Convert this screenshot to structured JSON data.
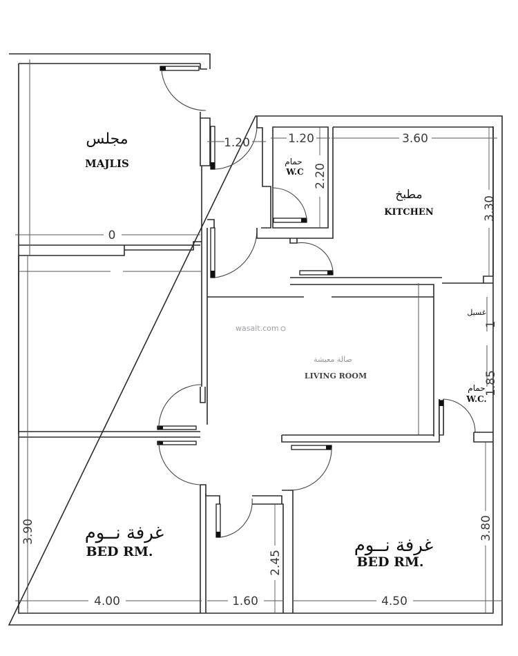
{
  "plan": {
    "watermark": "wasalt.com",
    "rooms": {
      "majlis": {
        "label_ar": "مجلس",
        "label_en": "MAJLIS"
      },
      "wc_top": {
        "label_ar": "حمام",
        "label_en": "W.C"
      },
      "kitchen": {
        "label_ar": "مطبخ",
        "label_en": "KITCHEN"
      },
      "living": {
        "label_ar": "صالة معيشة",
        "label_en": "LIVING ROOM"
      },
      "wc_right": {
        "label_ar": "حمام",
        "label_en": "W.C."
      },
      "bed_left": {
        "label_ar": "غرفة نــوم",
        "label_en": "BED RM."
      },
      "bed_right": {
        "label_ar": "غرفة نــوم",
        "label_en": "BED RM."
      },
      "right_strip": {
        "label_ar": "غسيل"
      }
    },
    "dimensions": {
      "corridor_top_width": "1.20",
      "wc_top_width": "1.20",
      "wc_top_depth": "2.20",
      "kitchen_width": "3.60",
      "kitchen_depth": "3.30",
      "majlis_width": "0",
      "right_strip_depth": "1",
      "wc_right_depth": "1.85",
      "bed_left_depth": "3.90",
      "bed_left_width": "4.00",
      "corridor_bottom_width": "1.60",
      "corridor_bottom_depth": "2.45",
      "bed_right_width": "4.50",
      "bed_right_depth": "3.80"
    }
  }
}
